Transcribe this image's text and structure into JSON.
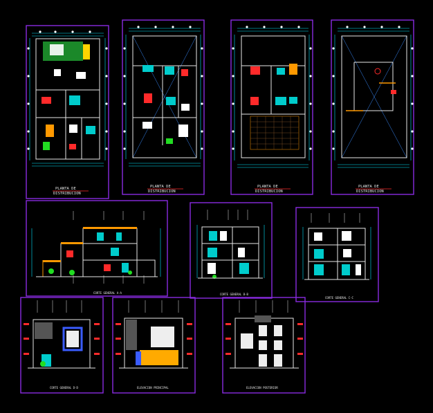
{
  "colors": {
    "background": "#000000",
    "frame": "#8a2be2",
    "wall": "#e8e8e8",
    "dimension": "#00e5ff",
    "grid_axis": "#3a8cff",
    "accent_red": "#ff2a2a",
    "accent_orange": "#ff9900",
    "accent_yellow": "#ffd400",
    "accent_green": "#22dd22",
    "accent_cyan": "#00cccc"
  },
  "sheets": [
    {
      "id": "plan-1",
      "kind": "floor-plan",
      "caption_1": "PLANTA  DE",
      "caption_2": "DISTRIBUCION"
    },
    {
      "id": "plan-2",
      "kind": "floor-plan",
      "caption_1": "PLANTA  DE",
      "caption_2": "DISTRIBUCION"
    },
    {
      "id": "plan-3",
      "kind": "floor-plan",
      "caption_1": "PLANTA  DE",
      "caption_2": "DISTRIBUCION"
    },
    {
      "id": "plan-4",
      "kind": "floor-plan",
      "caption_1": "PLANTA  DE",
      "caption_2": "DISTRIBUCION"
    },
    {
      "id": "section-1",
      "kind": "section",
      "caption_1": "CORTE  GENERAL  A-A",
      "caption_2": ""
    },
    {
      "id": "section-2",
      "kind": "section",
      "caption_1": "CORTE  GENERAL  B-B",
      "caption_2": ""
    },
    {
      "id": "section-3",
      "kind": "section",
      "caption_1": "CORTE  GENERAL  C-C",
      "caption_2": ""
    },
    {
      "id": "elevation-1",
      "kind": "elevation",
      "caption_1": "CORTE  GENERAL  D-D",
      "caption_2": ""
    },
    {
      "id": "elevation-2",
      "kind": "elevation",
      "caption_1": "ELEVACION  PRINCIPAL",
      "caption_2": ""
    },
    {
      "id": "elevation-3",
      "kind": "elevation",
      "caption_1": "ELEVACION  POSTERIOR",
      "caption_2": ""
    }
  ]
}
